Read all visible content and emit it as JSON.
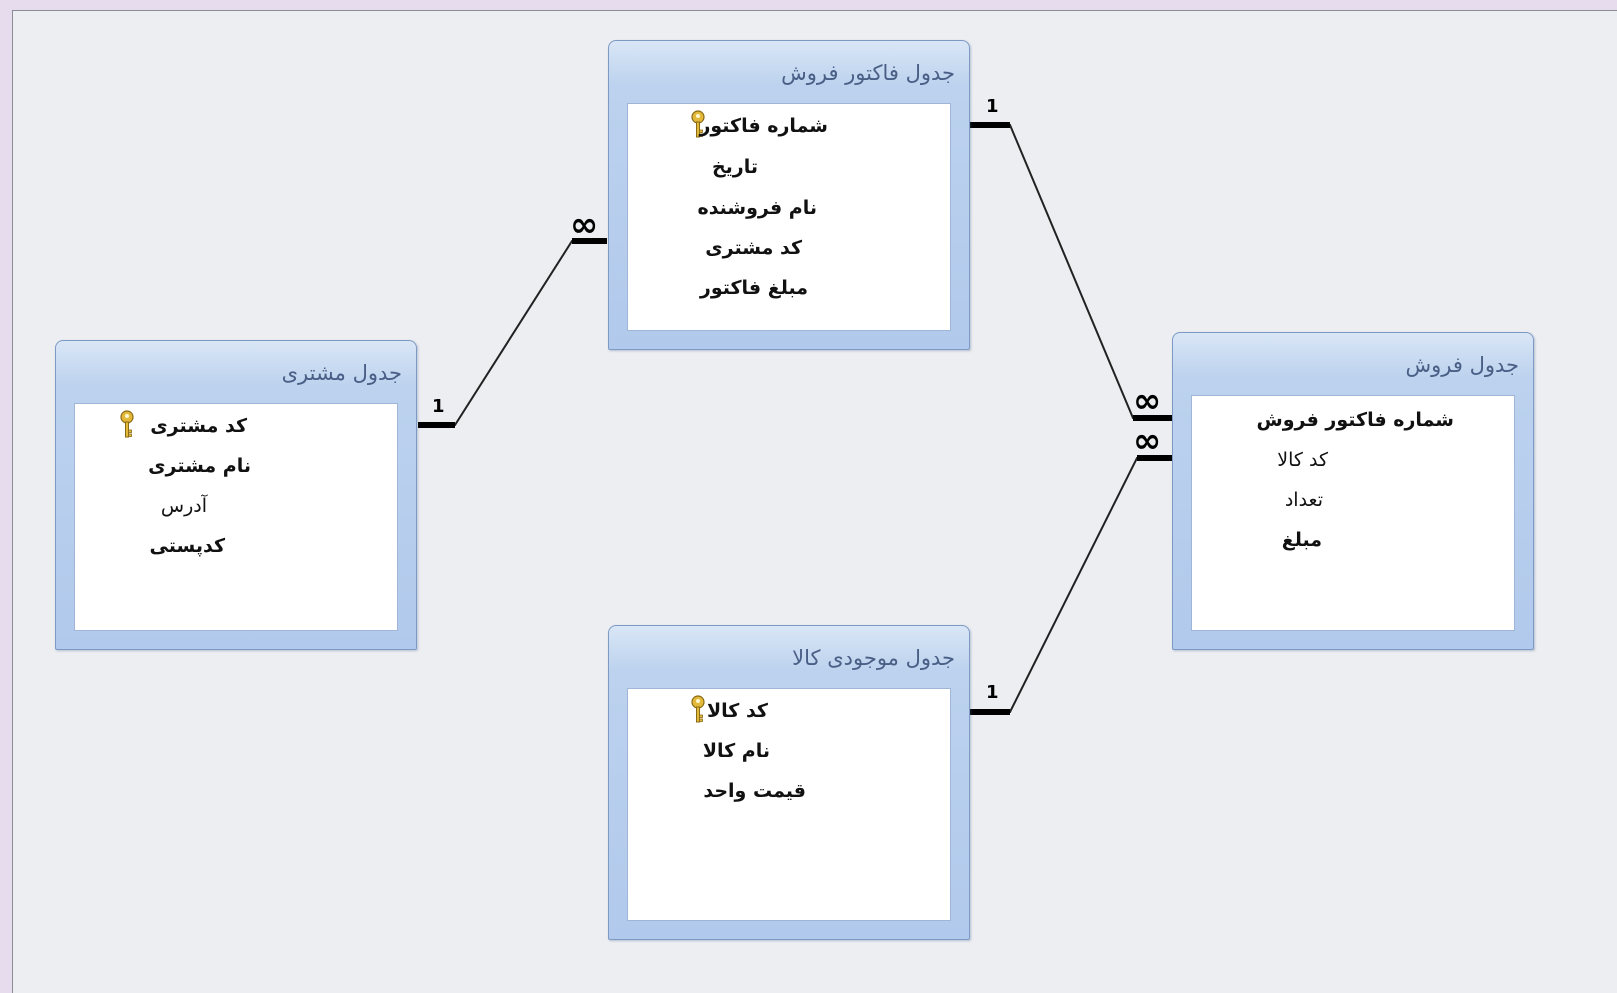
{
  "tables": {
    "invoice": {
      "title": "جدول فاکتور فروش",
      "fields": [
        {
          "label": "شماره فاکتور",
          "primary_key": true
        },
        {
          "label": "تاریخ",
          "primary_key": false
        },
        {
          "label": "نام فروشنده",
          "primary_key": false
        },
        {
          "label": "کد مشتری",
          "primary_key": false
        },
        {
          "label": "مبلغ فاکتور",
          "primary_key": false
        }
      ]
    },
    "customer": {
      "title": "جدول مشتری",
      "fields": [
        {
          "label": "کد مشتری",
          "primary_key": true
        },
        {
          "label": "نام مشتری",
          "primary_key": false
        },
        {
          "label": "آدرس",
          "primary_key": false
        },
        {
          "label": "کدپستی",
          "primary_key": false
        }
      ]
    },
    "sales": {
      "title": "جدول فروش",
      "fields": [
        {
          "label": "شماره فاکتور فروش",
          "primary_key": false
        },
        {
          "label": "کد کالا",
          "primary_key": false
        },
        {
          "label": "تعداد",
          "primary_key": false
        },
        {
          "label": "مبلغ",
          "primary_key": false
        }
      ]
    },
    "inventory": {
      "title": "جدول موجودی کالا",
      "fields": [
        {
          "label": "کد کالا",
          "primary_key": true
        },
        {
          "label": "نام کالا",
          "primary_key": false
        },
        {
          "label": "قیمت واحد",
          "primary_key": false
        }
      ]
    }
  },
  "relationships": [
    {
      "from": "customer",
      "to": "invoice",
      "one_label": "1",
      "many_label": "∞"
    },
    {
      "from": "invoice",
      "to": "sales",
      "one_label": "1",
      "many_label": "∞"
    },
    {
      "from": "inventory",
      "to": "sales",
      "one_label": "1",
      "many_label": "∞"
    }
  ],
  "colors": {
    "canvas": "#eceef2",
    "table_frame": "#b1c9ec",
    "table_title": "#4a5f86",
    "key_icon": "#e2b93b"
  }
}
